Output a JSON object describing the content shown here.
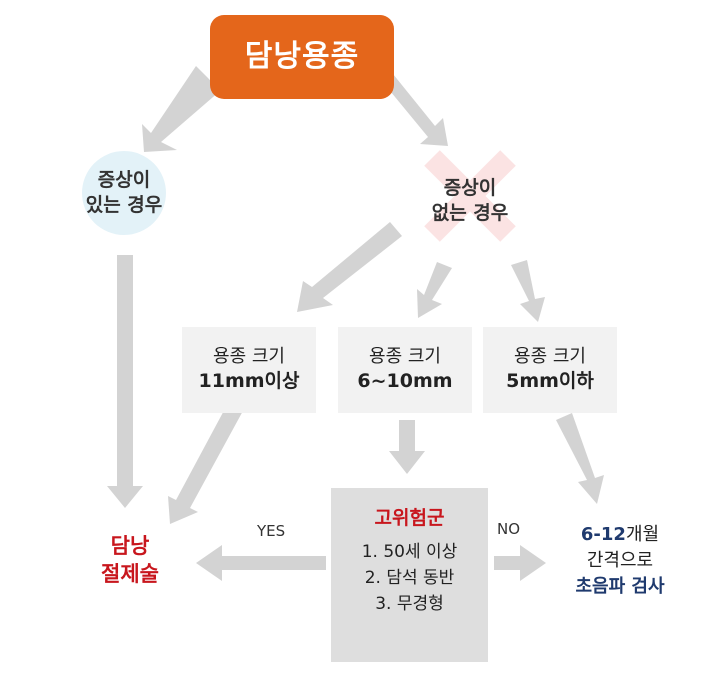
{
  "root": {
    "label": "담낭용종"
  },
  "conditions": {
    "symptomatic": {
      "line1": "증상이",
      "line2": "있는 경우"
    },
    "asymptomatic": {
      "line1": "증상이",
      "line2": "없는 경우"
    }
  },
  "sizes": [
    {
      "line1": "용종 크기",
      "line2": "11mm이상"
    },
    {
      "line1": "용종 크기",
      "line2": "6~10mm"
    },
    {
      "line1": "용종 크기",
      "line2": "5mm이하"
    }
  ],
  "high_risk": {
    "title": "고위험군",
    "items": [
      "1. 50세 이상",
      "2. 담석 동반",
      "3. 무경형"
    ]
  },
  "edge_labels": {
    "yes": "YES",
    "no": "NO"
  },
  "results": {
    "surgery": {
      "line1": "담낭",
      "line2": "절제술"
    },
    "ultrasound": {
      "line1_num": "6-12",
      "line1_unit": "개월",
      "line2": "간격으로",
      "line3": "초음파 검사"
    }
  },
  "colors": {
    "root_bg": "#e4661b",
    "arrow": "#d3d3d3",
    "symptomatic_marker": "#e3f2f8",
    "asymptomatic_marker": "#fbe3e3",
    "surgery_text": "#c8161d",
    "ultrasound_emphasis": "#1f3a6e"
  }
}
